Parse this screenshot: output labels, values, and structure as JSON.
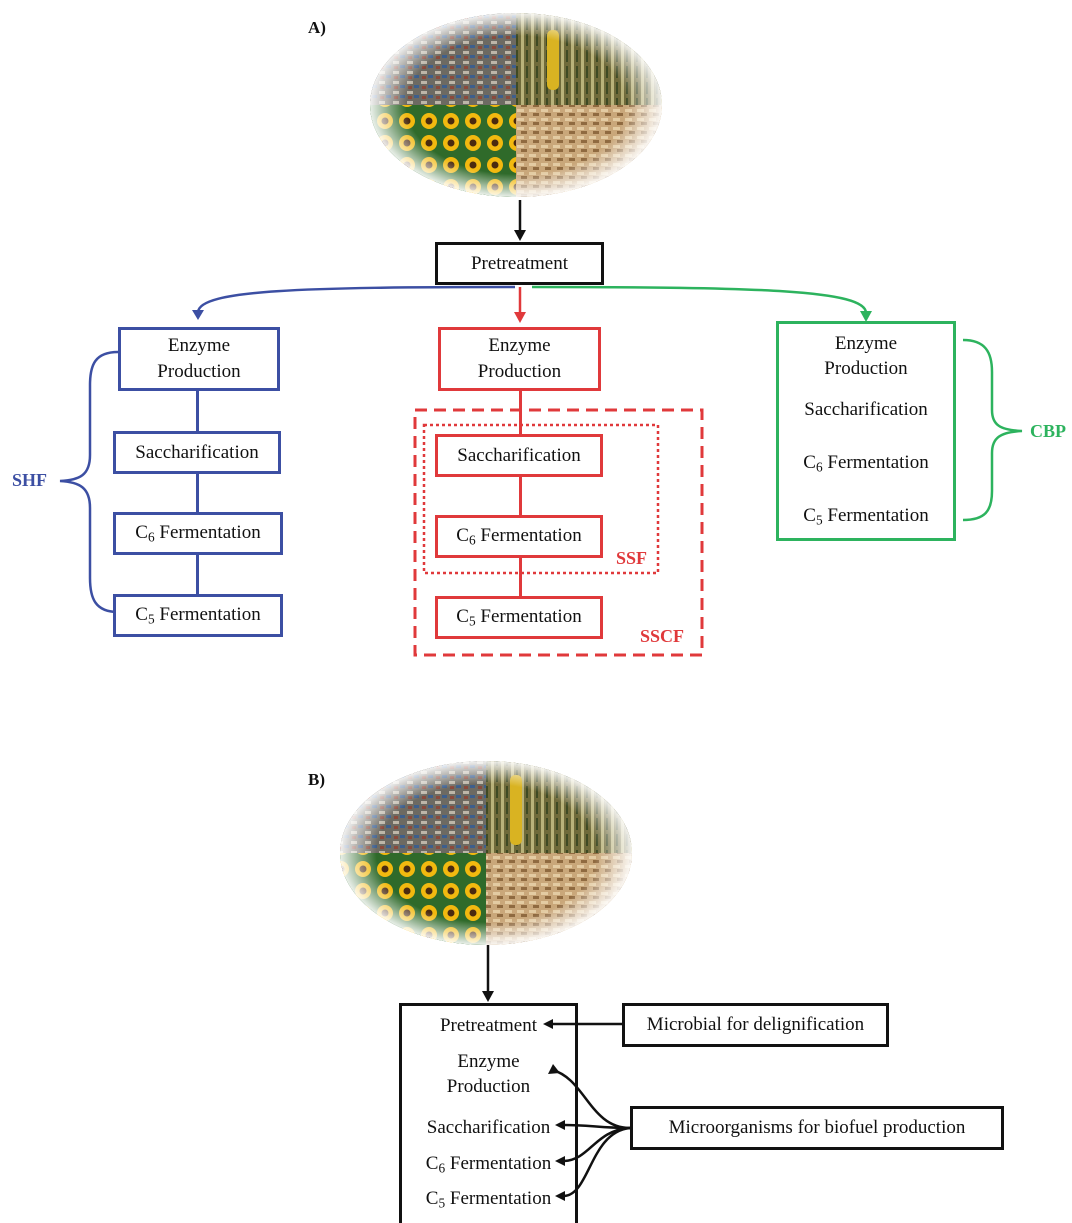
{
  "panel_a": {
    "label": "A)",
    "pretreatment": "Pretreatment",
    "shf": {
      "group_label": "SHF",
      "enzyme_line1": "Enzyme",
      "enzyme_line2": "Production",
      "saccharification": "Saccharification",
      "c6_prefix": "C",
      "c6_sub": "6",
      "c6_suffix": " Fermentation",
      "c5_prefix": "C",
      "c5_sub": "5",
      "c5_suffix": " Fermentation"
    },
    "sscf": {
      "inner_label": "SSF",
      "outer_label": "SSCF",
      "enzyme_line1": "Enzyme",
      "enzyme_line2": "Production",
      "saccharification": "Saccharification",
      "c6_prefix": "C",
      "c6_sub": "6",
      "c6_suffix": " Fermentation",
      "c5_prefix": "C",
      "c5_sub": "5",
      "c5_suffix": " Fermentation"
    },
    "cbp": {
      "group_label": "CBP",
      "enzyme_line1": "Enzyme",
      "enzyme_line2": "Production",
      "saccharification": "Saccharification",
      "c6_prefix": "C",
      "c6_sub": "6",
      "c6_suffix": " Fermentation",
      "c5_prefix": "C",
      "c5_sub": "5",
      "c5_suffix": " Fermentation"
    }
  },
  "panel_b": {
    "label": "B)",
    "pretreatment": "Pretreatment",
    "enzyme_line1": "Enzyme",
    "enzyme_line2": "Production",
    "saccharification": "Saccharification",
    "c6_prefix": "C",
    "c6_sub": "6",
    "c6_suffix": " Fermentation",
    "c5_prefix": "C",
    "c5_sub": "5",
    "c5_suffix": " Fermentation",
    "microbial_delignification": "Microbial for delignification",
    "microorganisms_biofuel": "Microorganisms for biofuel production"
  },
  "colors": {
    "shf": "#3c4fa3",
    "sscf": "#e0393b",
    "cbp": "#2db35e",
    "neutral": "#111111"
  },
  "icons": [
    "biomass-collage-image",
    "arrow-down-icon",
    "arrow-left-icon",
    "curly-brace-icon"
  ]
}
